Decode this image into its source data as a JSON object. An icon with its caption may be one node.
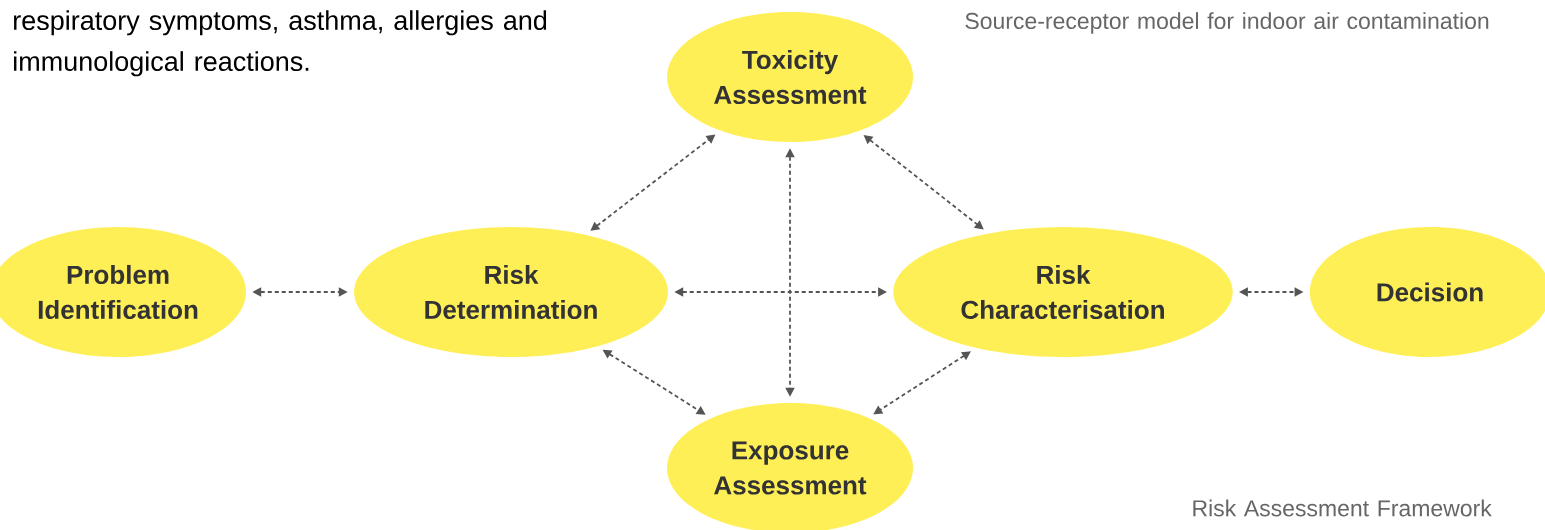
{
  "diagram": {
    "nodes": [
      {
        "text": [
          "Problem Identification"
        ]
      },
      {
        "text": [
          "Risk Determination"
        ]
      },
      {
        "text": [
          "Toxicity Assessment"
        ]
      },
      {
        "text": [
          "Risk Characterisation"
        ]
      },
      {
        "text": [
          "Decision"
        ]
      },
      {
        "text": [
          "Exposure Assessment"
        ]
      }
    ],
    "edges": [
      {
        "from": 0,
        "to": 1,
        "arrow": "both",
        "style": "dashed"
      },
      {
        "from": 1,
        "to": 2,
        "arrow": "both",
        "style": "dashed"
      },
      {
        "from": 2,
        "to": 3,
        "arrow": "both",
        "style": "dashed"
      },
      {
        "from": 2,
        "to": 5,
        "arrow": "both",
        "style": "dashed"
      },
      {
        "from": 1,
        "to": 3,
        "arrow": "both",
        "style": "dashed"
      },
      {
        "from": 3,
        "to": 4,
        "arrow": "both",
        "style": "dashed"
      },
      {
        "from": 1,
        "to": 5,
        "arrow": "both",
        "style": "dashed"
      },
      {
        "from": 3,
        "to": 5,
        "arrow": "both",
        "style": "dashed"
      }
    ],
    "labels": [
      "respiratory symptoms, asthma, allergies and immunological reactions.",
      "Source-receptor model for indoor air contamination",
      "Risk Assessment Framework"
    ]
  }
}
